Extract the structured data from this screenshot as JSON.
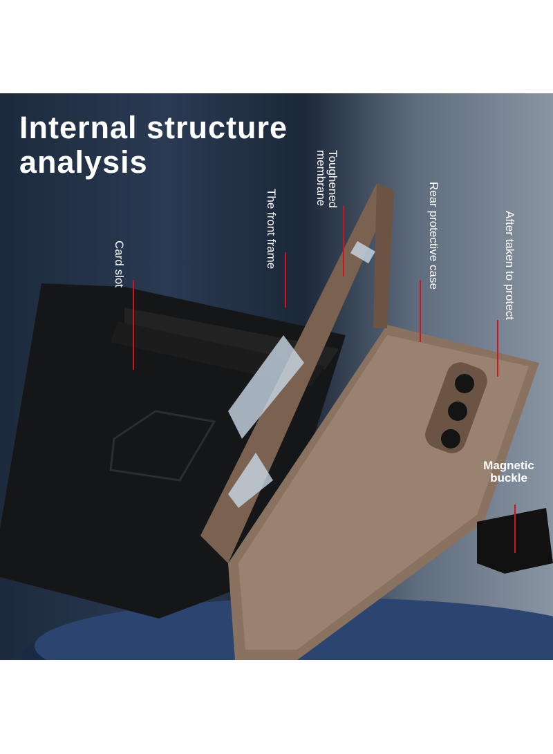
{
  "title_line1": "Internal structure",
  "title_line2": "analysis",
  "labels": {
    "card_slot": "Card slot",
    "front_frame": "The front frame",
    "toughened_membrane_1": "Toughened",
    "toughened_membrane_2": "membrane",
    "rear_case": "Rear protective case",
    "after_taken": "After taken to protect",
    "magnetic_1": "Magnetic",
    "magnetic_2": "buckle"
  },
  "colors": {
    "accent_line": "#d3141c",
    "case": "#8a7260"
  }
}
